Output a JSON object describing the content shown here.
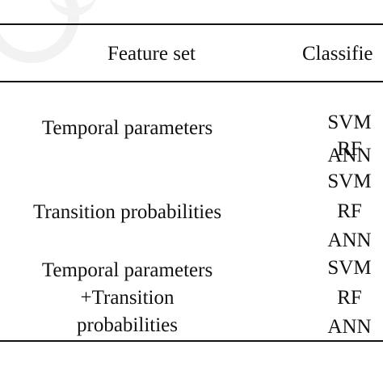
{
  "table": {
    "headers": {
      "feature_set": "Feature set",
      "classifier": "Classifie"
    },
    "groups": [
      {
        "feature_lines": [
          "Temporal parameters"
        ],
        "classifiers": [
          "SVM",
          "RF",
          "ANN"
        ]
      },
      {
        "feature_lines": [
          "Transition probabilities"
        ],
        "classifiers": [
          "SVM",
          "RF",
          "ANN"
        ]
      },
      {
        "feature_lines": [
          "Temporal parameters",
          "+Transition",
          "probabilities"
        ],
        "classifiers": [
          "SVM",
          "RF",
          "ANN"
        ]
      }
    ]
  }
}
